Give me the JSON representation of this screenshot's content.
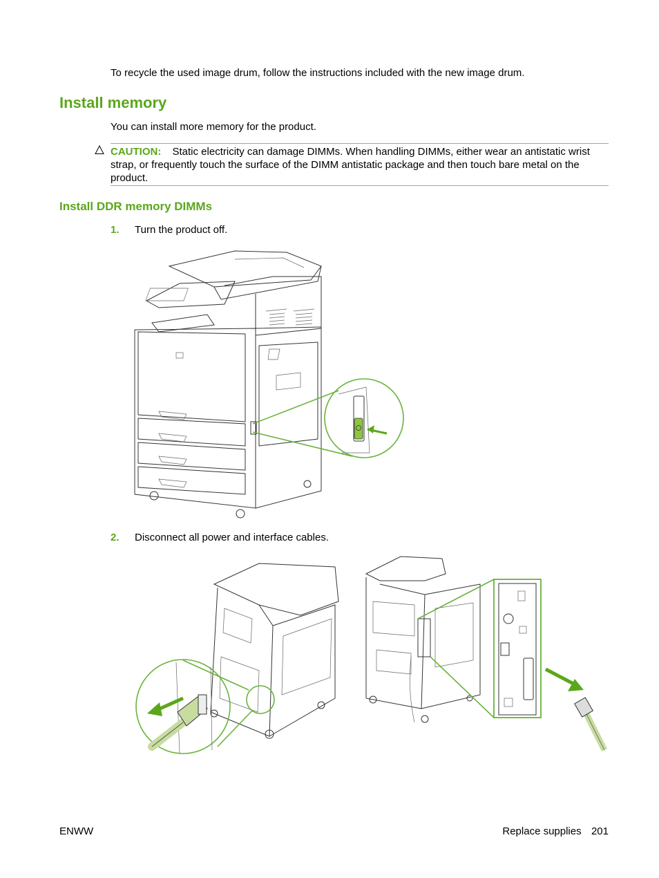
{
  "intro": "To recycle the used image drum, follow the instructions included with the new image drum.",
  "section": {
    "title": "Install memory",
    "lead": "You can install more memory for the product.",
    "caution": {
      "label": "CAUTION:",
      "text": "Static electricity can damage DIMMs. When handling DIMMs, either wear an antistatic wrist strap, or frequently touch the surface of the DIMM antistatic package and then touch bare metal on the product."
    }
  },
  "subsection": {
    "title": "Install DDR memory DIMMs"
  },
  "steps": [
    {
      "number": "1.",
      "text": "Turn the product off."
    },
    {
      "number": "2.",
      "text": "Disconnect all power and interface cables."
    }
  ],
  "colors": {
    "accent": "#5ba71a",
    "rule": "#8dc63f"
  },
  "icons": {
    "caution": "caution-triangle-icon"
  },
  "footer": {
    "left": "ENWW",
    "section": "Replace supplies",
    "page": "201"
  }
}
